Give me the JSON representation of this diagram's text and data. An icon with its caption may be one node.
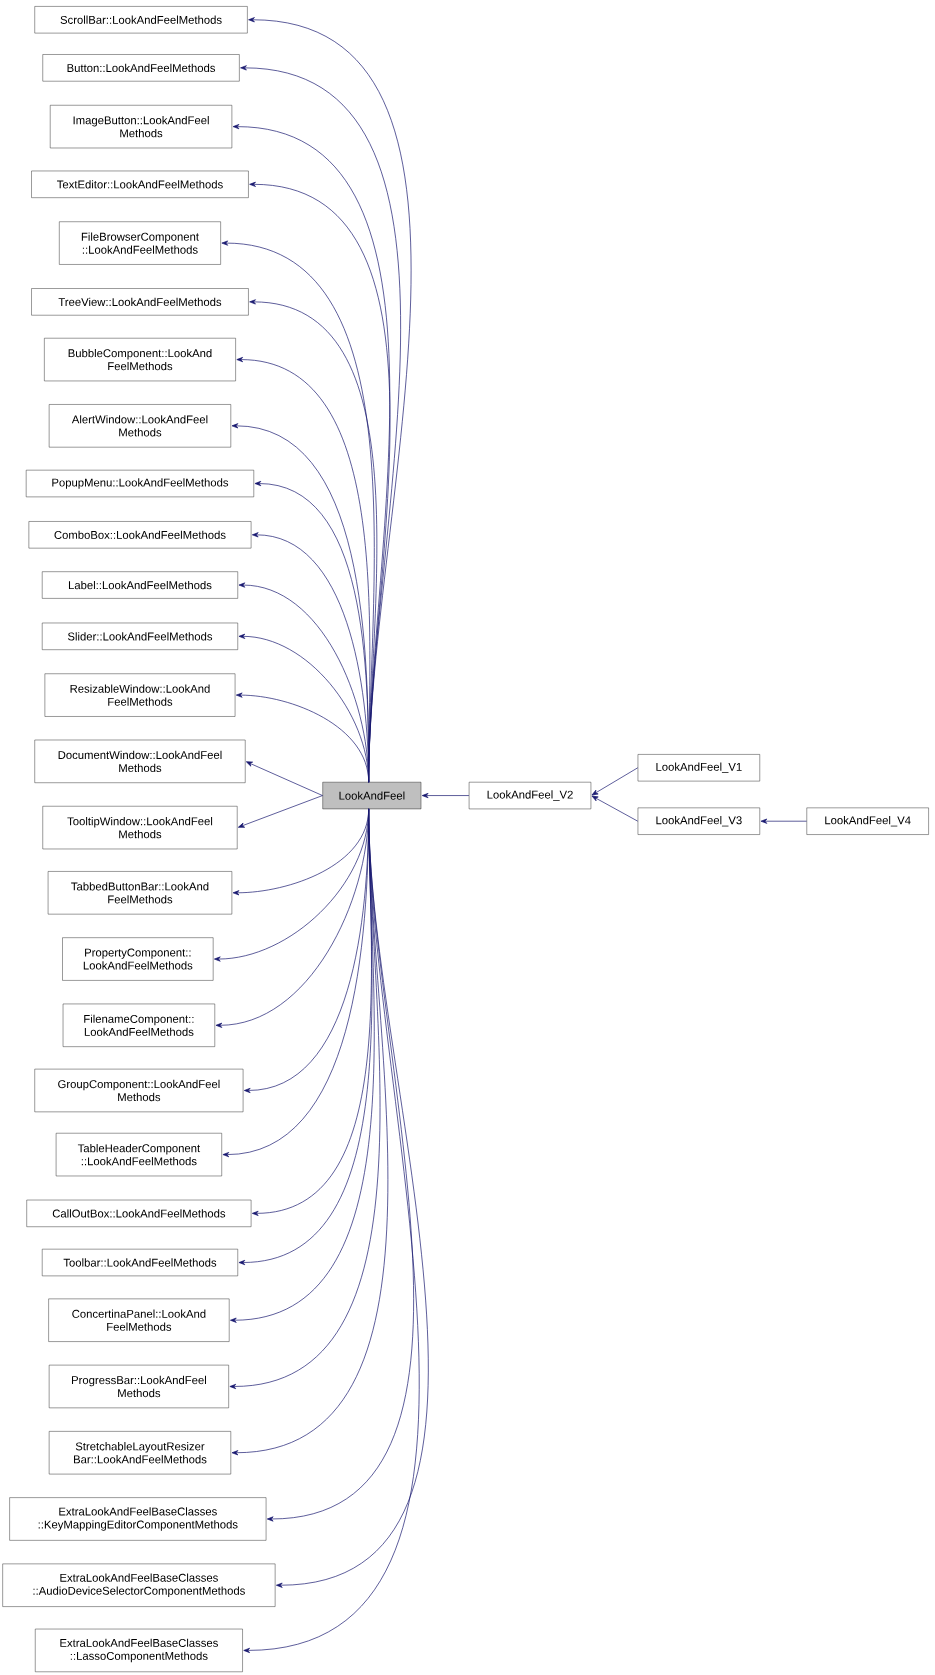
{
  "diagram": {
    "nodes": [
      {
        "text": [
          "ScrollBar::LookAndFeelMethods"
        ]
      },
      {
        "text": [
          "Button::LookAndFeelMethods"
        ]
      },
      {
        "text": [
          "ImageButton::LookAndFeel Methods"
        ]
      },
      {
        "text": [
          "TextEditor::LookAndFeelMethods"
        ]
      },
      {
        "text": [
          "FileBrowserComponent ::LookAndFeelMethods"
        ]
      },
      {
        "text": [
          "TreeView::LookAndFeelMethods"
        ]
      },
      {
        "text": [
          "BubbleComponent::LookAnd FeelMethods"
        ]
      },
      {
        "text": [
          "AlertWindow::LookAndFeel Methods"
        ]
      },
      {
        "text": [
          "PopupMenu::LookAndFeelMethods"
        ]
      },
      {
        "text": [
          "ComboBox::LookAndFeelMethods"
        ]
      },
      {
        "text": [
          "Label::LookAndFeelMethods"
        ]
      },
      {
        "text": [
          "Slider::LookAndFeelMethods"
        ]
      },
      {
        "text": [
          "ResizableWindow::LookAnd FeelMethods"
        ]
      },
      {
        "text": [
          "DocumentWindow::LookAndFeel Methods"
        ]
      },
      {
        "text": [
          "TooltipWindow::LookAndFeel Methods"
        ]
      },
      {
        "text": [
          "TabbedButtonBar::LookAnd FeelMethods"
        ]
      },
      {
        "text": [
          "PropertyComponent:: LookAndFeelMethods"
        ]
      },
      {
        "text": [
          "FilenameComponent:: LookAndFeelMethods"
        ]
      },
      {
        "text": [
          "GroupComponent::LookAndFeel Methods"
        ]
      },
      {
        "text": [
          "TableHeaderComponent ::LookAndFeelMethods"
        ]
      },
      {
        "text": [
          "CallOutBox::LookAndFeelMethods"
        ]
      },
      {
        "text": [
          "Toolbar::LookAndFeelMethods"
        ]
      },
      {
        "text": [
          "ConcertinaPanel::LookAnd FeelMethods"
        ]
      },
      {
        "text": [
          "ProgressBar::LookAndFeel Methods"
        ]
      },
      {
        "text": [
          "StretchableLayoutResizer Bar::LookAndFeelMethods"
        ]
      },
      {
        "text": [
          "ExtraLookAndFeelBaseClasses ::KeyMappingEditorComponentMethods"
        ]
      },
      {
        "text": [
          "ExtraLookAndFeelBaseClasses ::AudioDeviceSelectorComponentMethods"
        ]
      },
      {
        "text": [
          "ExtraLookAndFeelBaseClasses ::LassoComponentMethods"
        ]
      },
      {
        "text": [
          "LookAndFeel"
        ]
      },
      {
        "text": [
          "LookAndFeel_V2"
        ]
      },
      {
        "text": [
          "LookAndFeel_V1"
        ]
      },
      {
        "text": [
          "LookAndFeel_V3"
        ]
      },
      {
        "text": [
          "LookAndFeel_V4"
        ]
      }
    ],
    "edges": [
      {
        "from": 28,
        "to": 0,
        "arrow": "to"
      },
      {
        "from": 28,
        "to": 1,
        "arrow": "to"
      },
      {
        "from": 28,
        "to": 2,
        "arrow": "to"
      },
      {
        "from": 28,
        "to": 3,
        "arrow": "to"
      },
      {
        "from": 28,
        "to": 4,
        "arrow": "to"
      },
      {
        "from": 28,
        "to": 5,
        "arrow": "to"
      },
      {
        "from": 28,
        "to": 6,
        "arrow": "to"
      },
      {
        "from": 28,
        "to": 7,
        "arrow": "to"
      },
      {
        "from": 28,
        "to": 8,
        "arrow": "to"
      },
      {
        "from": 28,
        "to": 9,
        "arrow": "to"
      },
      {
        "from": 28,
        "to": 10,
        "arrow": "to"
      },
      {
        "from": 28,
        "to": 11,
        "arrow": "to"
      },
      {
        "from": 28,
        "to": 12,
        "arrow": "to"
      },
      {
        "from": 28,
        "to": 13,
        "arrow": "to"
      },
      {
        "from": 28,
        "to": 14,
        "arrow": "to"
      },
      {
        "from": 28,
        "to": 15,
        "arrow": "to"
      },
      {
        "from": 28,
        "to": 16,
        "arrow": "to"
      },
      {
        "from": 28,
        "to": 17,
        "arrow": "to"
      },
      {
        "from": 28,
        "to": 18,
        "arrow": "to"
      },
      {
        "from": 28,
        "to": 19,
        "arrow": "to"
      },
      {
        "from": 28,
        "to": 20,
        "arrow": "to"
      },
      {
        "from": 28,
        "to": 21,
        "arrow": "to"
      },
      {
        "from": 28,
        "to": 22,
        "arrow": "to"
      },
      {
        "from": 28,
        "to": 23,
        "arrow": "to"
      },
      {
        "from": 28,
        "to": 24,
        "arrow": "to"
      },
      {
        "from": 28,
        "to": 25,
        "arrow": "to"
      },
      {
        "from": 28,
        "to": 26,
        "arrow": "to"
      },
      {
        "from": 28,
        "to": 27,
        "arrow": "to"
      },
      {
        "from": 29,
        "to": 28,
        "arrow": "to"
      },
      {
        "from": 30,
        "to": 29,
        "arrow": "to"
      },
      {
        "from": 31,
        "to": 29,
        "arrow": "to"
      },
      {
        "from": 32,
        "to": 31,
        "arrow": "to"
      }
    ]
  }
}
